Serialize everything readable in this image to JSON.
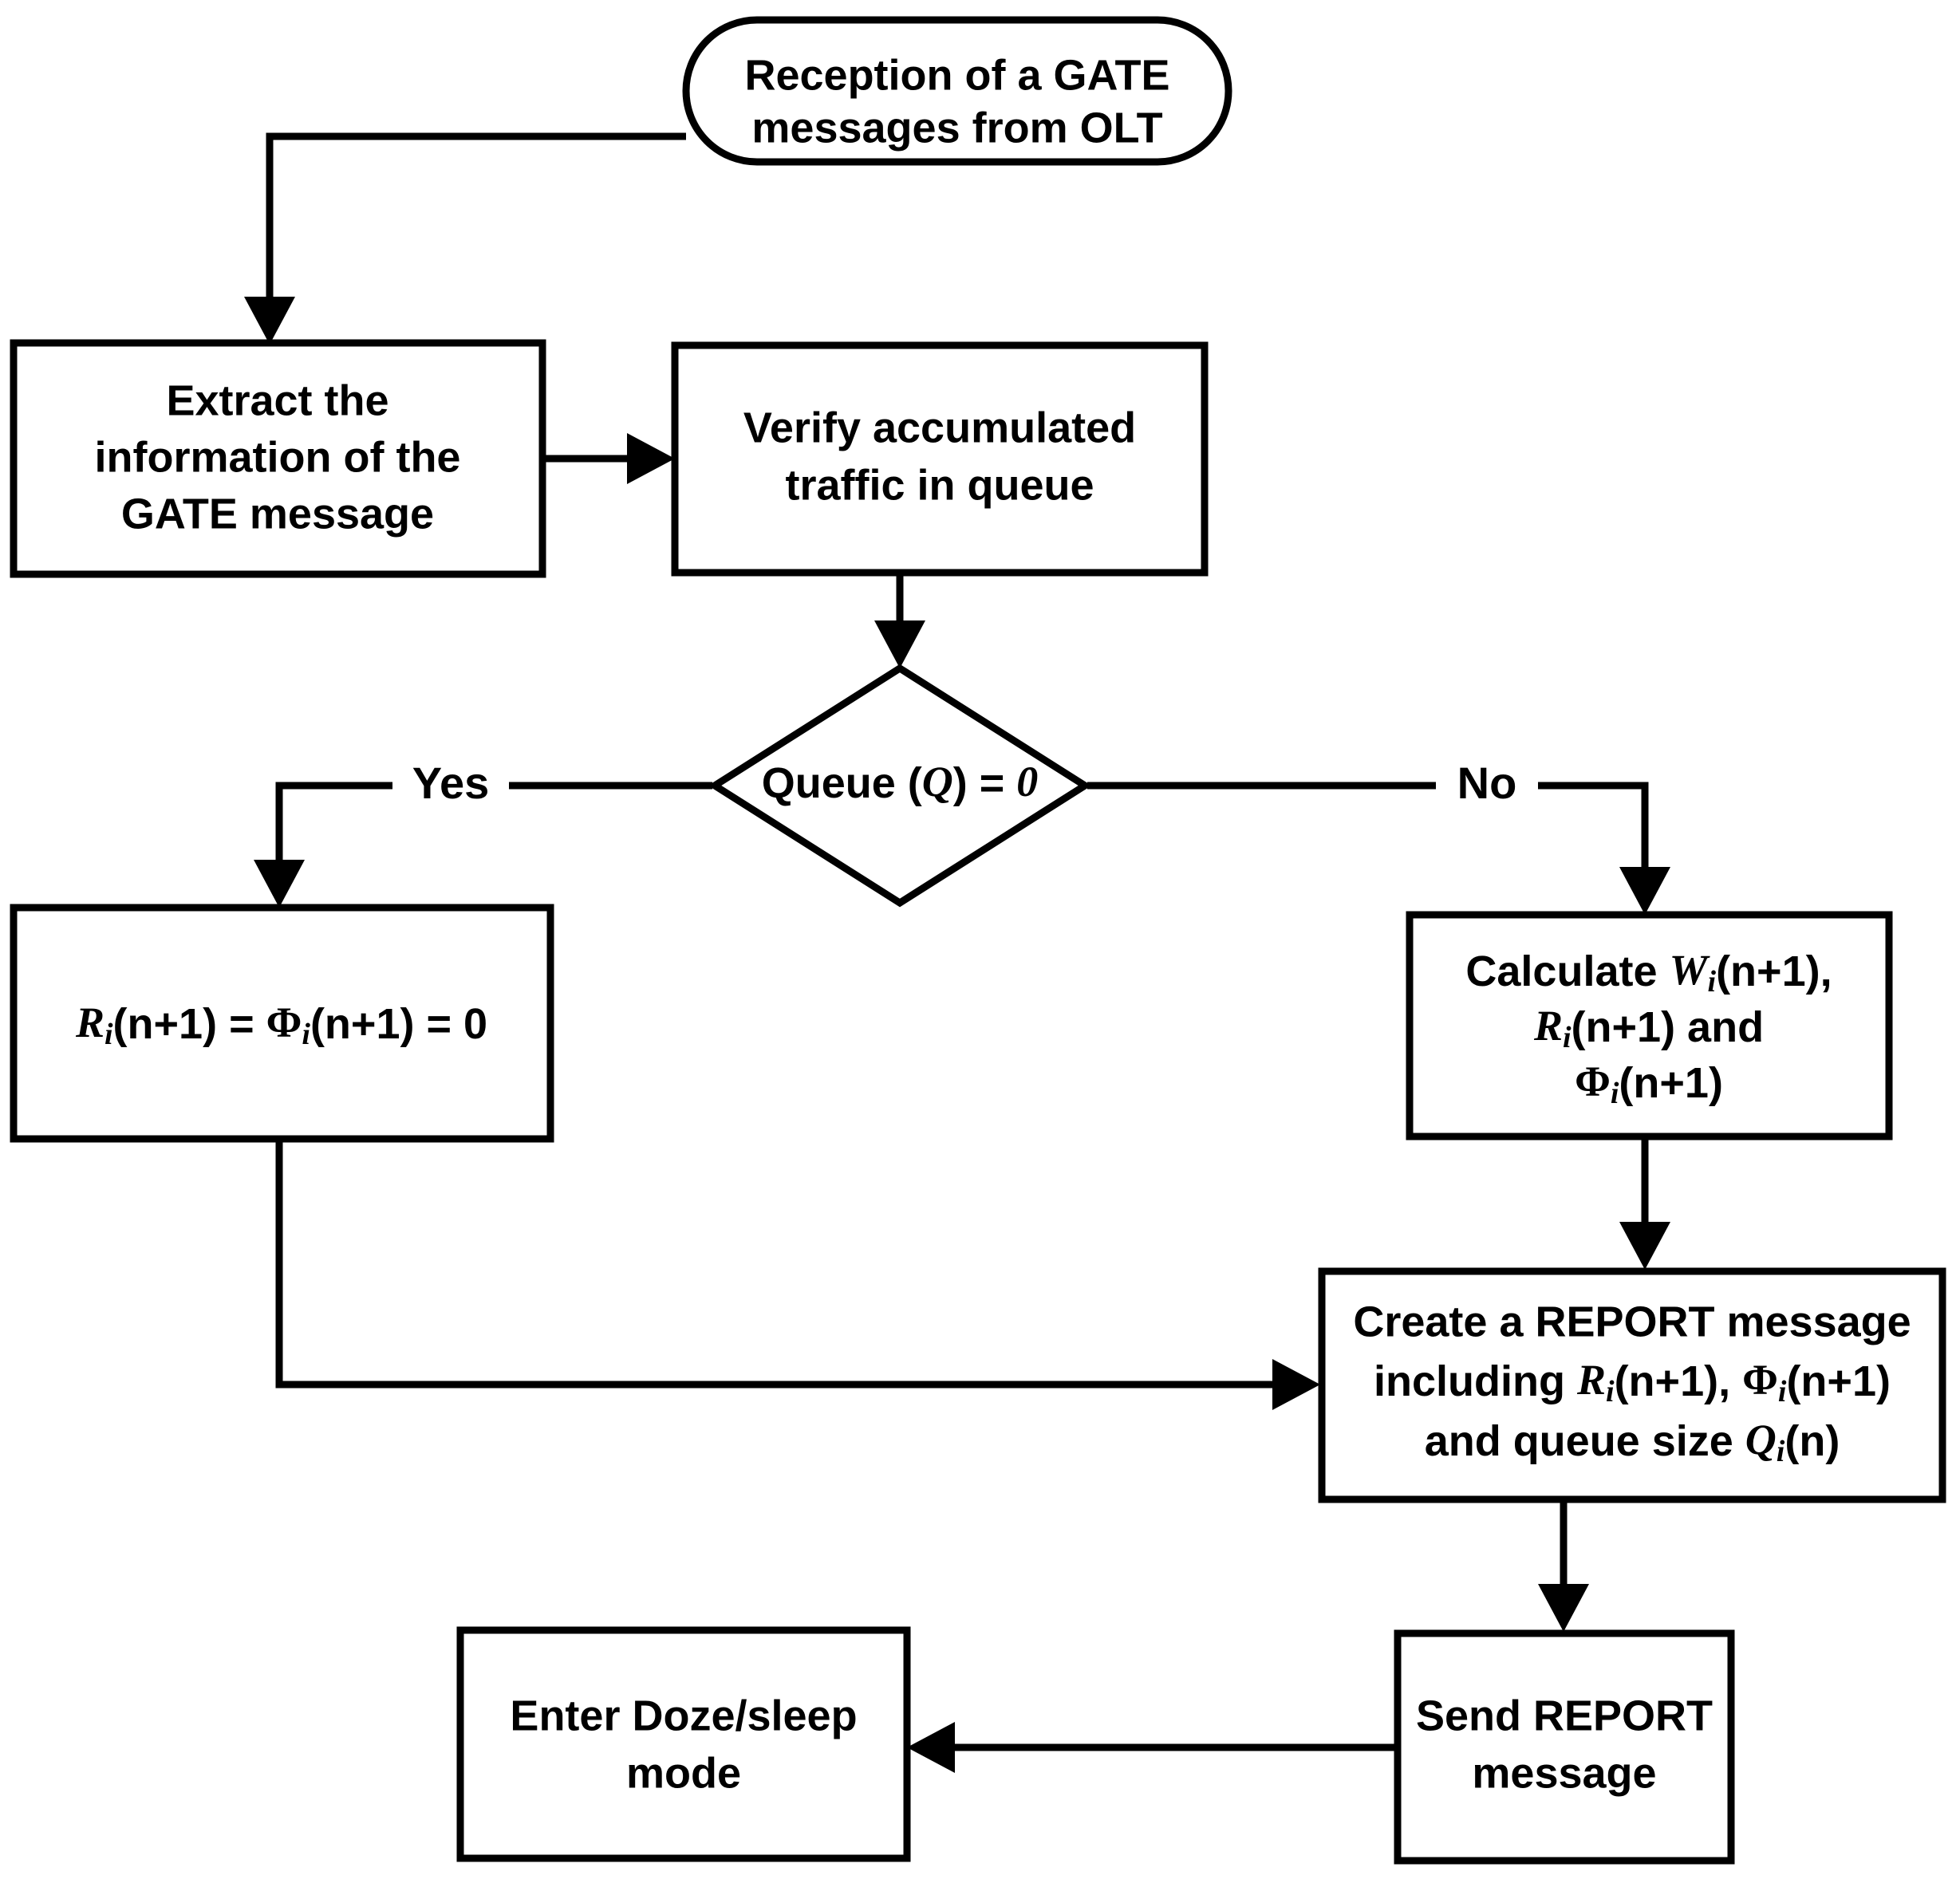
{
  "diagram": {
    "title": "ONU processing of GATE message and REPORT generation flowchart",
    "type": "flowchart",
    "background_color": "#ffffff",
    "stroke_color": "#000000",
    "nodes": [
      {
        "id": "start",
        "shape": "stadium",
        "name": "reception-node",
        "lines": [
          "Reception of a GATE",
          "messages from OLT"
        ]
      },
      {
        "id": "extract",
        "shape": "rect",
        "name": "extract-node",
        "lines": [
          "Extract the",
          "information of the",
          "GATE message"
        ]
      },
      {
        "id": "verify",
        "shape": "rect",
        "name": "verify-node",
        "lines": [
          "Verify accumulated",
          "traffic in queue"
        ]
      },
      {
        "id": "decision",
        "shape": "diamond",
        "name": "queue-decision-node",
        "lines": [
          "Queue (Q) = 0"
        ]
      },
      {
        "id": "zero",
        "shape": "rect",
        "name": "zero-assignment-node",
        "lines": [
          "Ri(n+1) = Φi(n+1) = 0"
        ]
      },
      {
        "id": "calculate",
        "shape": "rect",
        "name": "calculate-node",
        "lines": [
          "Calculate Wi(n+1),",
          "Ri(n+1) and",
          "Φi(n+1)"
        ]
      },
      {
        "id": "create_report",
        "shape": "rect",
        "name": "create-report-node",
        "lines": [
          "Create a REPORT message",
          "including Ri(n+1), Φi(n+1)",
          "and queue size Qi(n)"
        ]
      },
      {
        "id": "send_report",
        "shape": "rect",
        "name": "send-report-node",
        "lines": [
          "Send REPORT",
          "message"
        ]
      },
      {
        "id": "doze",
        "shape": "rect",
        "name": "doze-sleep-node",
        "lines": [
          "Enter Doze/sleep",
          "mode"
        ]
      }
    ],
    "branch_labels": {
      "yes": "Yes",
      "no": "No"
    },
    "edges": [
      {
        "from": "start",
        "to": "extract",
        "label": ""
      },
      {
        "from": "extract",
        "to": "verify",
        "label": ""
      },
      {
        "from": "verify",
        "to": "decision",
        "label": ""
      },
      {
        "from": "decision",
        "to": "zero",
        "label": "Yes"
      },
      {
        "from": "decision",
        "to": "calculate",
        "label": "No"
      },
      {
        "from": "zero",
        "to": "create_report",
        "label": ""
      },
      {
        "from": "calculate",
        "to": "create_report",
        "label": ""
      },
      {
        "from": "create_report",
        "to": "send_report",
        "label": ""
      },
      {
        "from": "send_report",
        "to": "doze",
        "label": ""
      }
    ]
  },
  "text": {
    "start_line1": "Reception of a GATE",
    "start_line2": "messages from OLT",
    "extract_line1": "Extract the",
    "extract_line2": "information of the",
    "extract_line3": "GATE message",
    "verify_line1": "Verify accumulated",
    "verify_line2": "traffic in queue",
    "decision_prefix": "Queue (",
    "decision_var": "Q",
    "decision_mid": ") = ",
    "decision_value": "0",
    "zero_R": "R",
    "zero_sub1": "i",
    "zero_mid1": "(n+1) = ",
    "zero_phi": "Φ",
    "zero_sub2": "i",
    "zero_mid2": "(n+1) = 0",
    "calc_prefix": "Calculate ",
    "calc_W": "W",
    "calc_sub_w": "i",
    "calc_after_w": "(n+1),",
    "calc_R": "R",
    "calc_sub_r": "i",
    "calc_after_r": "(n+1) and",
    "calc_phi": "Φ",
    "calc_sub_phi": "i",
    "calc_after_phi": "(n+1)",
    "report_line1": "Create a REPORT message",
    "report_l2_prefix": "including ",
    "report_l2_R": "R",
    "report_l2_subR": "i",
    "report_l2_mid": "(n+1), ",
    "report_l2_phi": "Φ",
    "report_l2_subPhi": "i",
    "report_l2_end": "(n+1)",
    "report_l3_prefix": "and queue size ",
    "report_l3_Q": "Q",
    "report_l3_subQ": "i",
    "report_l3_end": "(n)",
    "send_line1": "Send REPORT",
    "send_line2": "message",
    "doze_line1": "Enter Doze/sleep",
    "doze_line2": "mode",
    "label_yes": "Yes",
    "label_no": "No"
  }
}
